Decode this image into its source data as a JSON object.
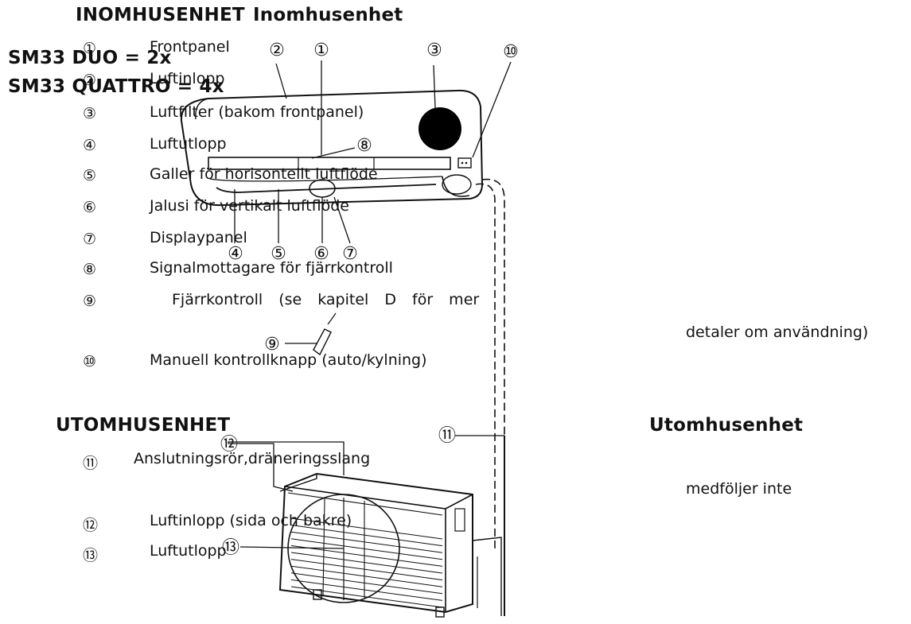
{
  "title_main": "INOMHUSENHET",
  "title_alt": "Inomhusenhet",
  "variant_duo": "SM33 DUO = 2x",
  "variant_quattro": "SM33 QUATTRO = 4x",
  "indoor_items": [
    {
      "num": "①",
      "label": "Frontpanel"
    },
    {
      "num": "②",
      "label": "Luftinlopp"
    },
    {
      "num": "③",
      "label": "Luftfilter (bakom frontpanel)"
    },
    {
      "num": "④",
      "label": "Luftutlopp"
    },
    {
      "num": "⑤",
      "label": "Galler för horisontellt luftflöde"
    },
    {
      "num": "⑥",
      "label": "Jalusi för vertikalt luftflöde"
    },
    {
      "num": "⑦",
      "label": "Displaypanel"
    },
    {
      "num": "⑧",
      "label": "Signalmottagare för fjärrkontroll"
    },
    {
      "num": "⑨",
      "label": "Fjärrkontroll (se kapitel D för mer"
    },
    {
      "num": "⑩",
      "label": "Manuell kontrollknapp (auto/kylning)"
    }
  ],
  "remote_continuation": "detaler om användning)",
  "outdoor_title": "UTOMHUSENHET",
  "outdoor_title_alt": "Utomhusenhet",
  "outdoor_items": [
    {
      "num": "⑪",
      "label": "Anslutningsrör,dräneringsslang"
    },
    {
      "num": "⑫",
      "label": "Luftinlopp (sida och bakre)"
    },
    {
      "num": "⑬",
      "label": "Luftutlopp"
    }
  ],
  "not_included": "medföljer inte",
  "callouts": {
    "c1": "①",
    "c2": "②",
    "c3": "③",
    "c4": "④",
    "c5": "⑤",
    "c6": "⑥",
    "c7": "⑦",
    "c8": "⑧",
    "c9": "⑨",
    "c10": "⑩",
    "c11": "⑪",
    "c12": "⑫",
    "c13": "⑬"
  }
}
